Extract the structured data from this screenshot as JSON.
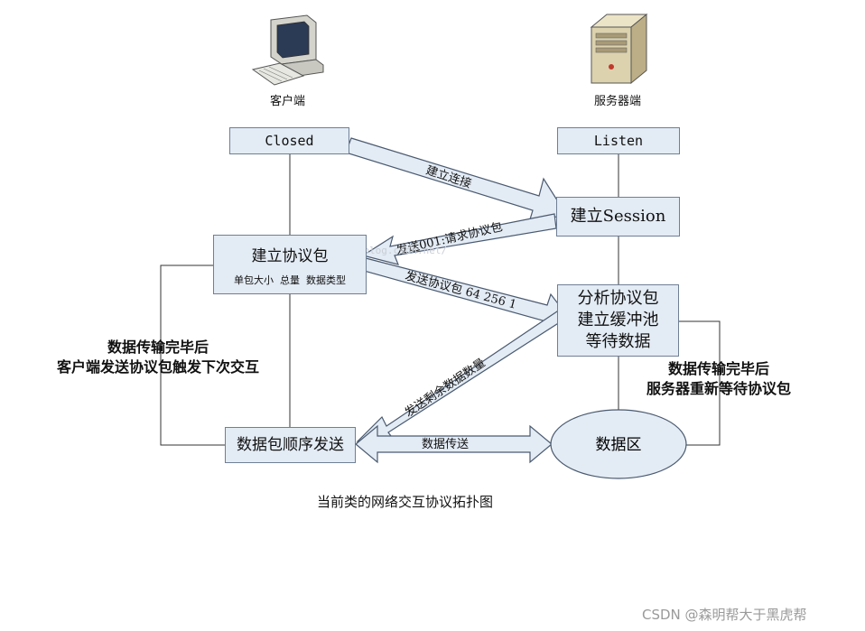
{
  "client": {
    "label": "客户端",
    "icon": "computer-icon"
  },
  "server": {
    "label": "服务器端",
    "icon": "server-icon"
  },
  "states": {
    "closed": "Closed",
    "listen": "Listen",
    "session": "建立Session",
    "protocol_title": "建立协议包",
    "protocol_fields": "单包大小  总量  数据类型",
    "analyze_lines": [
      "分析协议包",
      "建立缓冲池",
      "等待数据"
    ],
    "send_seq": "数据包顺序发送",
    "data_zone": "数据区"
  },
  "arrows": {
    "connect": "建立连接",
    "request": "发送001:请求协议包",
    "send_protocol": "发送协议包  64  256  1",
    "send_remaining": "发送剩余数据数量",
    "transfer": "数据传送"
  },
  "notes": {
    "client_lines": [
      "数据传输完毕后",
      "客户端发送协议包触发下次交互"
    ],
    "server_lines": [
      "数据传输完毕后",
      "服务器重新等待协议包"
    ]
  },
  "caption": "当前类的网络交互协议拓扑图",
  "watermark": "http://blog.csdn.net/",
  "credit": "CSDN @森明帮大于黑虎帮",
  "colors": {
    "box_fill": "#e3ebf4",
    "box_border": "#6f7f95",
    "line": "#333333"
  }
}
